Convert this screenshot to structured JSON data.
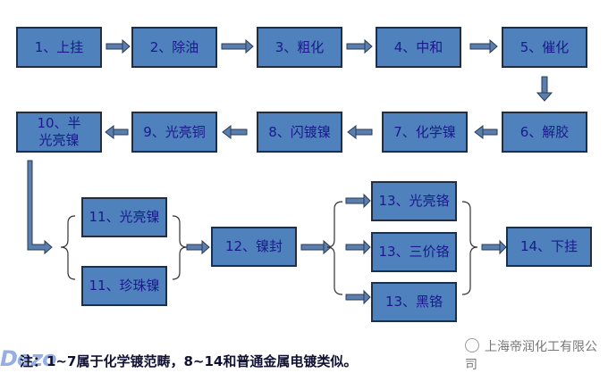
{
  "steps": [
    {
      "id": "1",
      "label": "1、上挂"
    },
    {
      "id": "2",
      "label": "2、除油"
    },
    {
      "id": "3",
      "label": "3、粗化"
    },
    {
      "id": "4",
      "label": "4、中和"
    },
    {
      "id": "5",
      "label": "5、催化"
    },
    {
      "id": "6",
      "label": "6、解胶"
    },
    {
      "id": "7",
      "label": "7、化学镍"
    },
    {
      "id": "8",
      "label": "8、闪镀镍"
    },
    {
      "id": "9",
      "label": "9、光亮铜"
    },
    {
      "id": "10",
      "label": "10、半光亮镍"
    },
    {
      "id": "11a",
      "label": "11、光亮镍"
    },
    {
      "id": "11b",
      "label": "11、珍珠镍"
    },
    {
      "id": "12",
      "label": "12、镍封"
    },
    {
      "id": "13a",
      "label": "13、光亮铬"
    },
    {
      "id": "13b",
      "label": "13、三价铬"
    },
    {
      "id": "13c",
      "label": "13、黑铬"
    },
    {
      "id": "14",
      "label": "14、下挂"
    }
  ],
  "note": "注：1~7属于化学镀范畴，8~14和普通金属电镀类似。",
  "brand": "上海帝润化工有限公司",
  "watermark": "Dezo",
  "colors": {
    "box_fill": "#4f81bd",
    "box_border": "#1f2d45",
    "text": "#1a1a8c",
    "arrow": "#5a7fae"
  }
}
